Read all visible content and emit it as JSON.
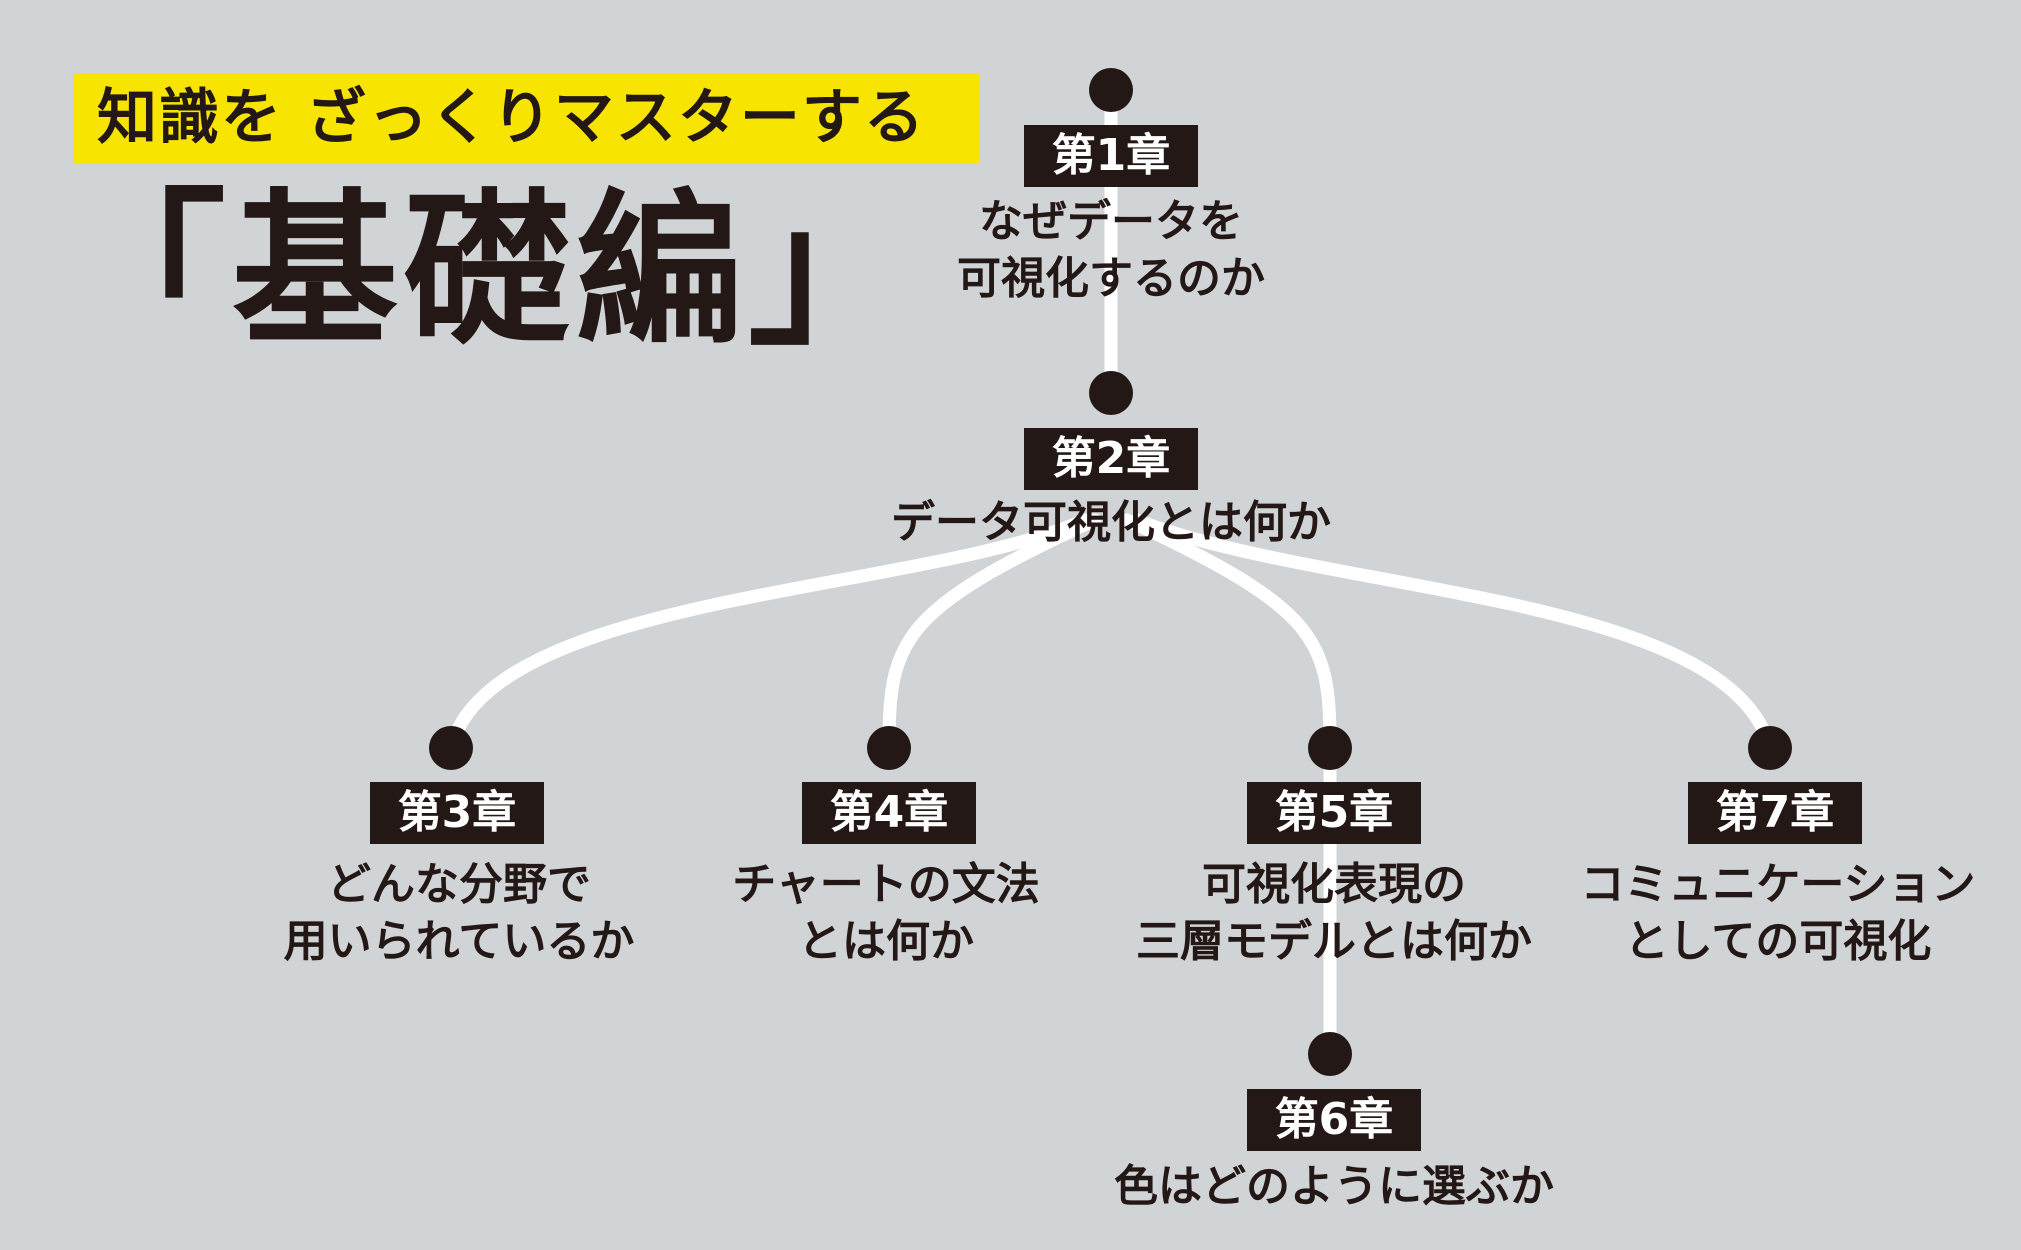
{
  "header": {
    "banner": "知識を ざっくりマスターする",
    "title": "「基礎編」"
  },
  "chapters": [
    {
      "label": "第1章",
      "lines": [
        "なぜデータを",
        "可視化するのか"
      ]
    },
    {
      "label": "第2章",
      "lines": [
        "データ可視化とは何か"
      ]
    },
    {
      "label": "第3章",
      "lines": [
        "どんな分野で",
        "用いられているか"
      ]
    },
    {
      "label": "第4章",
      "lines": [
        "チャートの文法",
        "とは何か"
      ]
    },
    {
      "label": "第5章",
      "lines": [
        "可視化表現の",
        "三層モデルとは何か"
      ]
    },
    {
      "label": "第6章",
      "lines": [
        "色はどのように選ぶか"
      ]
    },
    {
      "label": "第7章",
      "lines": [
        "コミュニケーション",
        "としての可視化"
      ]
    }
  ]
}
